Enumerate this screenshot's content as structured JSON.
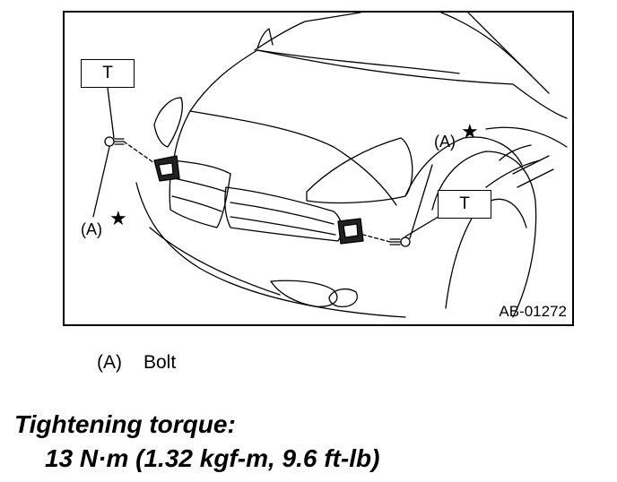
{
  "figure": {
    "id": "AB-01272",
    "torque_marker": "T",
    "callout_label": "(A)",
    "callout_symbol": "★"
  },
  "legend": {
    "items": [
      {
        "label": "(A)",
        "text": "Bolt"
      }
    ]
  },
  "torque": {
    "title": "Tightening torque:",
    "value": "13 N·m (1.32 kgf-m, 9.6 ft-lb)"
  }
}
